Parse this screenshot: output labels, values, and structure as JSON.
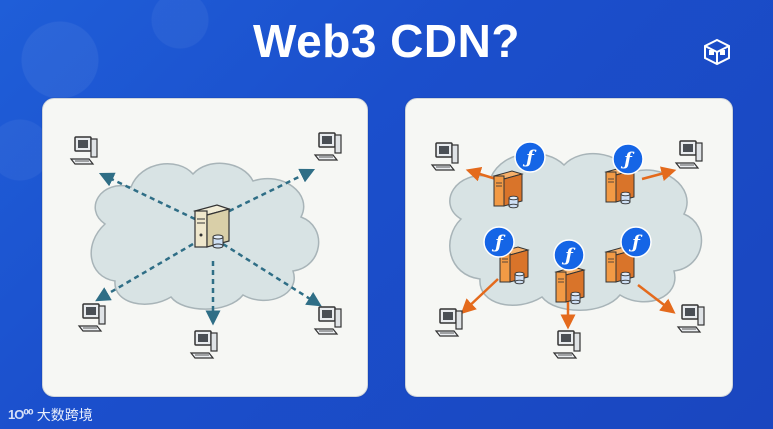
{
  "title": "Web3 CDN?",
  "watermark": {
    "mark": "1O⁰⁰",
    "text": "大数跨境"
  },
  "colors": {
    "background": "#1e56d0",
    "cloud": "#d8e3e4",
    "cloud_stroke": "#a8b4b8",
    "traditional_arrow": "#2f6e86",
    "web3_arrow": "#e46a1c",
    "filecoin_badge": "#1565e6",
    "web3_server": "#ef8a2e"
  },
  "icons": {
    "logo": "cube-logo-icon",
    "server": "server-icon",
    "client": "computer-icon",
    "database": "database-icon",
    "filecoin": "filecoin-icon"
  },
  "filecoin_glyph": "ƒ"
}
